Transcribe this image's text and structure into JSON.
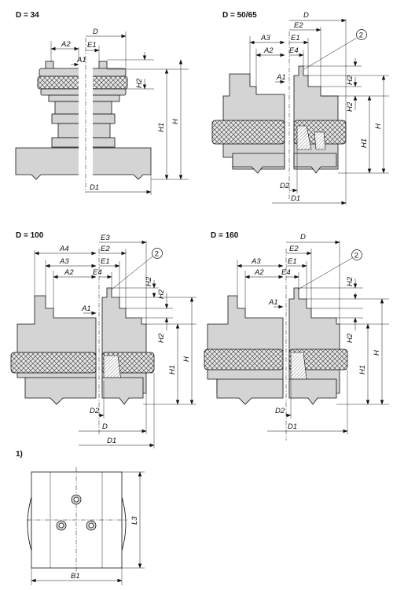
{
  "views": [
    {
      "title": "D = 34",
      "labels": {
        "A2": "A2",
        "D": "D",
        "E1": "E1",
        "A1": "A1",
        "H2": "H2",
        "H1": "H1",
        "H": "H",
        "D1": "D1"
      }
    },
    {
      "title": "D = 50/65",
      "labels": {
        "D": "D",
        "E2": "E2",
        "A3": "A3",
        "E1": "E1",
        "A2": "A2",
        "E4": "E4",
        "callout": "2",
        "A1": "A1",
        "H2a": "H2",
        "H2b": "H2",
        "H1": "H1",
        "H": "H",
        "D2": "D2",
        "D1": "D1"
      }
    },
    {
      "title": "D = 100",
      "labels": {
        "A4": "A4",
        "E3": "E3",
        "E2": "E2",
        "A3": "A3",
        "E1": "E1",
        "A2": "A2",
        "E4": "E4",
        "callout": "2",
        "H2a": "H2",
        "H2b": "H2",
        "A1": "A1",
        "H2c": "H2",
        "H1": "H1",
        "H": "H",
        "D2": "D2",
        "D": "D",
        "D1": "D1"
      }
    },
    {
      "title": "D = 160",
      "labels": {
        "D": "D",
        "E2": "E2",
        "A3": "A3",
        "E1": "E1",
        "A2": "A2",
        "E4": "E4",
        "callout": "2",
        "H2a": "H2",
        "A1": "A1",
        "H2b": "H2",
        "H1": "H1",
        "H": "H",
        "D2": "D2",
        "D1": "D1"
      }
    },
    {
      "title": "1)",
      "labels": {
        "L3": "L3",
        "B1": "B1"
      }
    }
  ]
}
